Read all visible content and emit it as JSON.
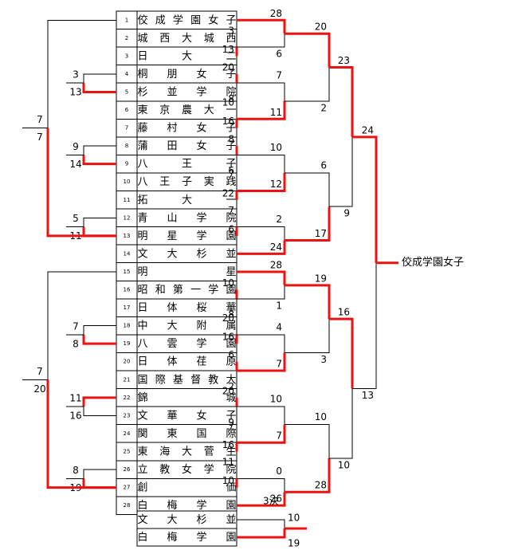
{
  "teams": [
    {
      "num": "1",
      "name": "佼成学園女子"
    },
    {
      "num": "2",
      "name": "城西大城西"
    },
    {
      "num": "3",
      "name": "日大二"
    },
    {
      "num": "4",
      "name": "桐朋女子"
    },
    {
      "num": "5",
      "name": "杉並学院"
    },
    {
      "num": "6",
      "name": "東京農大一"
    },
    {
      "num": "7",
      "name": "藤村女子"
    },
    {
      "num": "8",
      "name": "蒲田女子"
    },
    {
      "num": "9",
      "name": "八王子"
    },
    {
      "num": "10",
      "name": "八王子実践"
    },
    {
      "num": "11",
      "name": "拓大一"
    },
    {
      "num": "12",
      "name": "青山学院"
    },
    {
      "num": "13",
      "name": "明星学園"
    },
    {
      "num": "14",
      "name": "文大杉並"
    },
    {
      "num": "15",
      "name": "明星"
    },
    {
      "num": "16",
      "name": "昭和第一学園"
    },
    {
      "num": "17",
      "name": "日体桜華"
    },
    {
      "num": "18",
      "name": "中大附属"
    },
    {
      "num": "19",
      "name": "八雲学園"
    },
    {
      "num": "20",
      "name": "日体荏原"
    },
    {
      "num": "21",
      "name": "国際基督教大"
    },
    {
      "num": "22",
      "name": "錦城"
    },
    {
      "num": "23",
      "name": "文華女子"
    },
    {
      "num": "24",
      "name": "関東国際"
    },
    {
      "num": "25",
      "name": "東海大菅生"
    },
    {
      "num": "26",
      "name": "立教女学院"
    },
    {
      "num": "27",
      "name": "創価"
    },
    {
      "num": "28",
      "name": "白梅学園"
    }
  ],
  "matches": [
    {
      "id": "R1",
      "side": "right",
      "a": 2,
      "b": 3,
      "winner": "b",
      "sa": "3",
      "sb": "13"
    },
    {
      "id": "R2",
      "side": "right",
      "a": 4,
      "b": 5,
      "winner": "a",
      "sa": "20",
      "sb": "8"
    },
    {
      "id": "R3",
      "side": "right",
      "a": 6,
      "b": 7,
      "winner": "b",
      "sa": "10",
      "sb": "16"
    },
    {
      "id": "R4",
      "side": "right",
      "a": 8,
      "b": 9,
      "winner": "a",
      "sa": "8",
      "sb": "6"
    },
    {
      "id": "R5",
      "side": "right",
      "a": 10,
      "b": 11,
      "winner": "b",
      "sa": "7",
      "sb": "22"
    },
    {
      "id": "R6",
      "side": "right",
      "a": 12,
      "b": 13,
      "winner": "b",
      "sa": "7",
      "sb": "6"
    },
    {
      "id": "R7",
      "side": "right",
      "a": 16,
      "b": 17,
      "winner": "a",
      "sa": "10",
      "sb": "8"
    },
    {
      "id": "R8",
      "side": "right",
      "a": 18,
      "b": 19,
      "winner": "b",
      "sa": "20",
      "sb": "16"
    },
    {
      "id": "R9",
      "side": "right",
      "a": 20,
      "b": 21,
      "winner": "a",
      "sa": "6",
      "sb": "2"
    },
    {
      "id": "R10",
      "side": "right",
      "a": 22,
      "b": 23,
      "winner": "a",
      "sa": "20",
      "sb": "9"
    },
    {
      "id": "R11",
      "side": "right",
      "a": 24,
      "b": 25,
      "winner": "b",
      "sa": "7",
      "sb": "16"
    },
    {
      "id": "R12",
      "side": "right",
      "a": 26,
      "b": 27,
      "winner": "b",
      "sa": "11",
      "sb": "10"
    },
    {
      "id": "S1",
      "side": "right",
      "a": 1,
      "b": "R1",
      "winner": "a",
      "sa": "28",
      "sb": "6"
    },
    {
      "id": "S2",
      "side": "right",
      "a": "R2",
      "b": "R3",
      "winner": "b",
      "sa": "7",
      "sb": "11"
    },
    {
      "id": "S3",
      "side": "right",
      "a": "R4",
      "b": "R5",
      "winner": "b",
      "sa": "10",
      "sb": "12"
    },
    {
      "id": "S4",
      "side": "right",
      "a": "R6",
      "b": 14,
      "winner": "b",
      "sa": "2",
      "sb": "24"
    },
    {
      "id": "S5",
      "side": "right",
      "a": 15,
      "b": "R7",
      "winner": "a",
      "sa": "28",
      "sb": "1"
    },
    {
      "id": "S6",
      "side": "right",
      "a": "R8",
      "b": "R9",
      "winner": "b",
      "sa": "4",
      "sb": "7"
    },
    {
      "id": "S7",
      "side": "right",
      "a": "R10",
      "b": "R11",
      "winner": "b",
      "sa": "10",
      "sb": "7"
    },
    {
      "id": "S8",
      "side": "right",
      "a": "R12",
      "b": 28,
      "winner": "b",
      "sa": "0",
      "sb": "26"
    },
    {
      "id": "Q1",
      "side": "right",
      "a": "S1",
      "b": "S2",
      "winner": "a",
      "sa": "20",
      "sb": "2"
    },
    {
      "id": "Q2",
      "side": "right",
      "a": "S3",
      "b": "S4",
      "winner": "b",
      "sa": "6",
      "sb": "17"
    },
    {
      "id": "Q3",
      "side": "right",
      "a": "S5",
      "b": "S6",
      "winner": "a",
      "sa": "19",
      "sb": "3"
    },
    {
      "id": "Q4",
      "side": "right",
      "a": "S7",
      "b": "S8",
      "winner": "b",
      "sa": "10",
      "sb": "28"
    },
    {
      "id": "F1",
      "side": "right",
      "a": "Q1",
      "b": "Q2",
      "winner": "a",
      "sa": "23",
      "sb": "9"
    },
    {
      "id": "F2",
      "side": "right",
      "a": "Q3",
      "b": "Q4",
      "winner": "a",
      "sa": "16",
      "sb": "10"
    },
    {
      "id": "FINAL",
      "side": "right",
      "a": "F1",
      "b": "F2",
      "winner": "a",
      "sa": "24",
      "sb": "13"
    },
    {
      "id": "L1",
      "side": "left",
      "a": 4,
      "b": 5,
      "winner": "b",
      "sa": "3",
      "sb": "13"
    },
    {
      "id": "L2",
      "side": "left",
      "a": 8,
      "b": 9,
      "winner": "b",
      "sa": "9",
      "sb": "14"
    },
    {
      "id": "L3",
      "side": "left",
      "a": 12,
      "b": 13,
      "winner": "b",
      "sa": "5",
      "sb": "11"
    },
    {
      "id": "L4",
      "side": "left",
      "a": 18,
      "b": 19,
      "winner": "b",
      "sa": "7",
      "sb": "8"
    },
    {
      "id": "L5",
      "side": "left",
      "a": 22,
      "b": 23,
      "winner": "a",
      "sa": "11",
      "sb": "16"
    },
    {
      "id": "L6",
      "side": "left",
      "a": 26,
      "b": 27,
      "winner": "b",
      "sa": "8",
      "sb": "19"
    },
    {
      "id": "LA",
      "side": "left",
      "a": 1,
      "b": 13,
      "winner": "b",
      "sa": "7",
      "sb": "7"
    },
    {
      "id": "LB",
      "side": "left",
      "a": 15,
      "b": 27,
      "winner": "b",
      "sa": "7",
      "sb": "20"
    }
  ],
  "champion": "佼成学園女子",
  "third_place": {
    "label": "3決",
    "teams": [
      {
        "name": "文大杉並",
        "score": "10",
        "winner": false
      },
      {
        "name": "白梅学園",
        "score": "19",
        "winner": true
      }
    ]
  }
}
